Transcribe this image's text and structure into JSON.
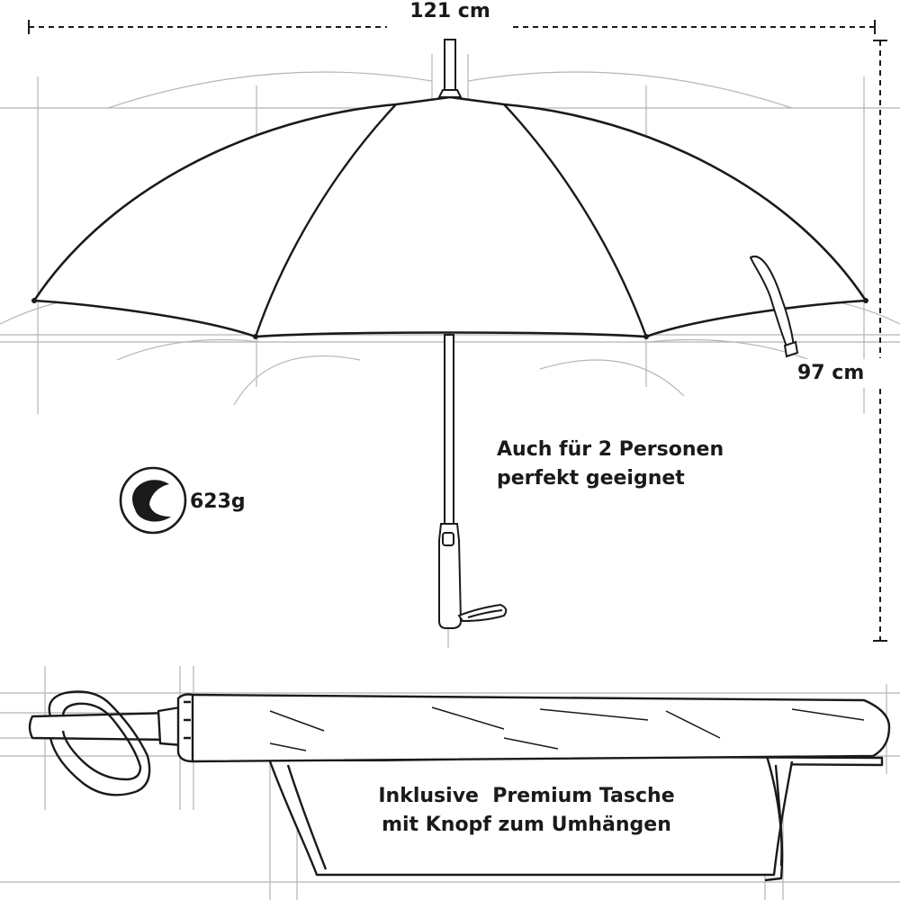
{
  "dimensions": {
    "width": "121 cm",
    "height": "97 cm"
  },
  "weight": {
    "value": "623g",
    "icon": "feather-weight-icon"
  },
  "capacity_note": {
    "line1": "Auch für 2 Personen",
    "line2": "perfekt geeignet"
  },
  "bag_note": {
    "line1": "Inklusive  Premium Tasche",
    "line2": "mit Knopf zum Umhängen"
  },
  "colors": {
    "ink": "#1a1a1a",
    "guide": "#b5b5b5",
    "background": "#ffffff"
  }
}
